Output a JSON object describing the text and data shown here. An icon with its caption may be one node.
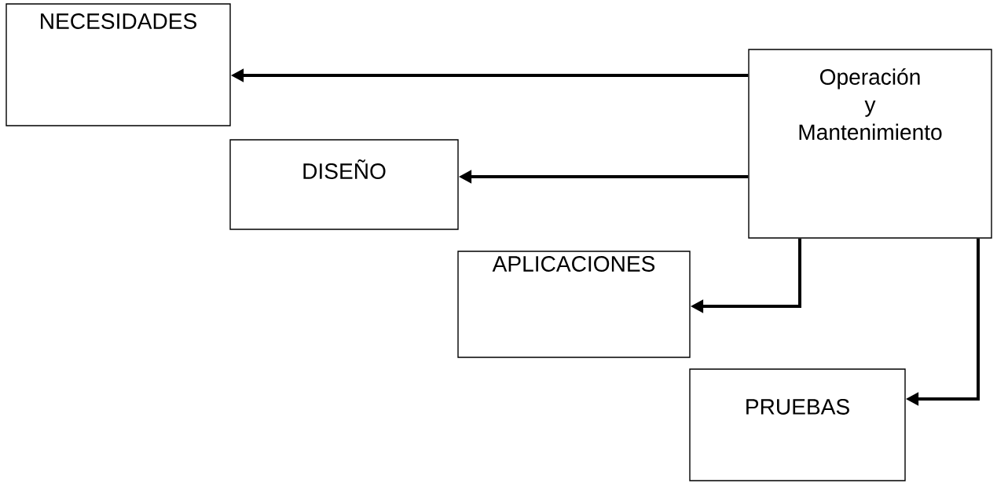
{
  "diagram": {
    "nodes": [
      {
        "text": [
          "NECESIDADES"
        ]
      },
      {
        "text": [
          "Operación y Mantenimiento"
        ]
      },
      {
        "text": [
          "DISEÑO"
        ]
      },
      {
        "text": [
          "APLICACIONES"
        ]
      },
      {
        "text": [
          "PRUEBAS"
        ]
      }
    ],
    "edges": [
      {
        "from": 1,
        "to": 0,
        "arrow": "to"
      },
      {
        "from": 1,
        "to": 2,
        "arrow": "to"
      },
      {
        "from": 1,
        "to": 3,
        "arrow": "to"
      },
      {
        "from": 1,
        "to": 4,
        "arrow": "to"
      }
    ]
  }
}
